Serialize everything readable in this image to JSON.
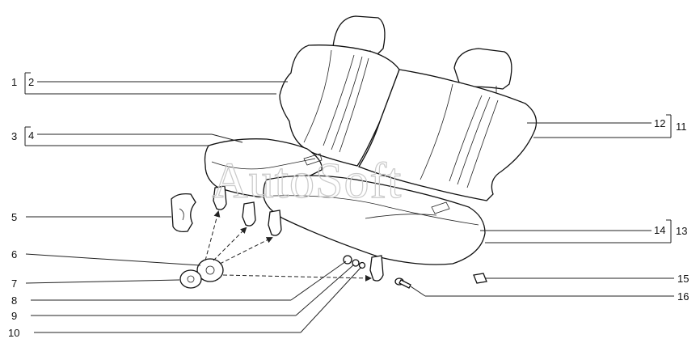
{
  "watermark": "AutoSoft",
  "callouts": {
    "c1": "1",
    "c2": "2",
    "c3": "3",
    "c4": "4",
    "c5": "5",
    "c6": "6",
    "c7": "7",
    "c8": "8",
    "c9": "9",
    "c10": "10",
    "c11": "11",
    "c12": "12",
    "c13": "13",
    "c14": "14",
    "c15": "15",
    "c16": "16"
  }
}
